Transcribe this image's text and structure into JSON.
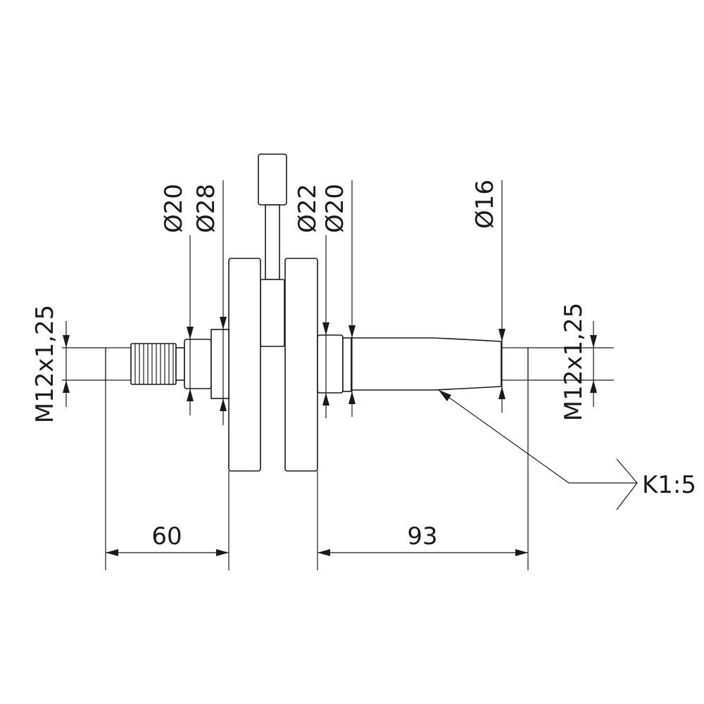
{
  "drawing": {
    "dimensions": {
      "left_thread": "M12x1,25",
      "right_thread": "M12x1,25",
      "dia_left_journal": "Ø20",
      "dia_left_seat": "Ø28",
      "dia_right_seat": "Ø22",
      "dia_right_journal": "Ø20",
      "dia_taper_end": "Ø16",
      "length_left": "60",
      "length_right": "93"
    },
    "taper_callout": "K1:5"
  }
}
